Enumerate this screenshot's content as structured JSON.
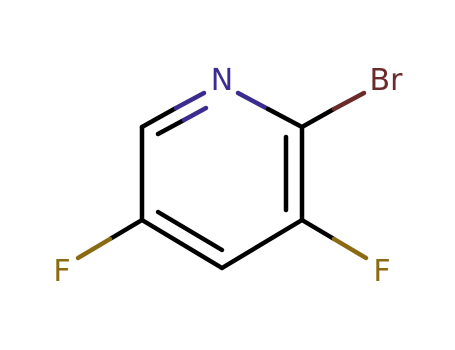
{
  "molecule": {
    "atoms": {
      "nitrogen": {
        "label": "N",
        "color": "#3b2d8f"
      },
      "bromine": {
        "label": "Br",
        "color": "#6b2b2b"
      },
      "fluorine_3": {
        "label": "F",
        "color": "#8a6a12"
      },
      "fluorine_5": {
        "label": "F",
        "color": "#8a6a12"
      }
    },
    "colors": {
      "bond": "#000000",
      "background": "#ffffff"
    }
  }
}
